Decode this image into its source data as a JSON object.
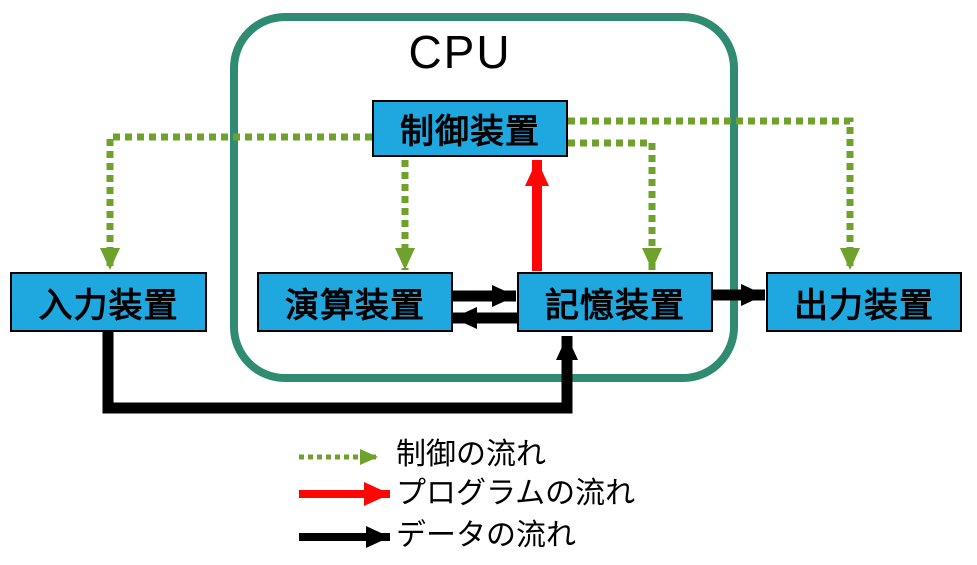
{
  "diagram": {
    "cpu_label": "CPU",
    "nodes": {
      "control_unit": "制御装置",
      "input_device": "入力装置",
      "arithmetic_unit": "演算装置",
      "memory_unit": "記憶装置",
      "output_device": "出力装置"
    },
    "legend": {
      "control_flow": "制御の流れ",
      "program_flow": "プログラムの流れ",
      "data_flow": "データの流れ"
    },
    "colors": {
      "node_fill": "#1fa8e0",
      "cpu_border": "#2f8c72",
      "control_flow": "#6fa12d",
      "program_flow": "#fc0606",
      "data_flow": "#000000"
    }
  }
}
